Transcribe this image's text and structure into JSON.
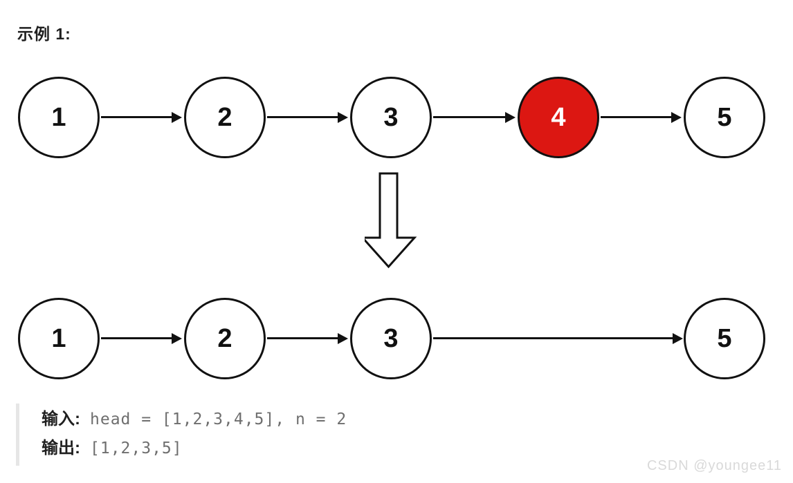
{
  "title": "示例 1:",
  "colors": {
    "node_fill": "#ffffff",
    "node_stroke": "#111111",
    "highlight_fill": "#dc1712",
    "highlight_text": "#ffffff",
    "arrow": "#111111",
    "label_text": "#1f1f1f",
    "code_text": "#6e6e6e",
    "quote_bar": "#e6e6e6",
    "watermark": "#d9d9d9"
  },
  "diagram": {
    "before": {
      "nodes": [
        {
          "value": "1",
          "highlight": false
        },
        {
          "value": "2",
          "highlight": false
        },
        {
          "value": "3",
          "highlight": false
        },
        {
          "value": "4",
          "highlight": true
        },
        {
          "value": "5",
          "highlight": false
        }
      ]
    },
    "after": {
      "nodes": [
        {
          "value": "1",
          "highlight": false
        },
        {
          "value": "2",
          "highlight": false
        },
        {
          "value": "3",
          "highlight": false
        },
        {
          "value": "5",
          "highlight": false
        }
      ]
    }
  },
  "io": {
    "input_label": "输入:",
    "input_value": "head = [1,2,3,4,5], n = 2",
    "output_label": "输出:",
    "output_value": "[1,2,3,5]"
  },
  "watermark": "CSDN @youngee11"
}
